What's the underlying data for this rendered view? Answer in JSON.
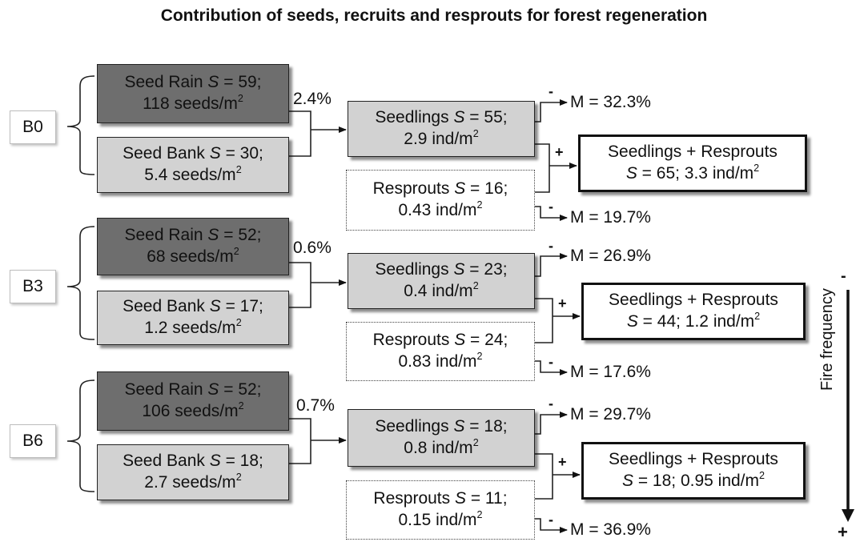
{
  "title": "Contribution of seeds, recruits and resprouts for forest regeneration",
  "plus_sign": "+",
  "minus_sign": "-",
  "super_2": "2",
  "fire_frequency": {
    "label": "Fire frequency",
    "top": "-",
    "bottom": "+"
  },
  "groups": [
    {
      "label": "B0",
      "seed_rain": {
        "prefix": "Seed Rain ",
        "s": "S",
        "rest": " = 59;",
        "density": "118 seeds/m"
      },
      "seed_bank": {
        "prefix": "Seed Bank ",
        "s": "S",
        "rest": " = 30;",
        "density": "5.4 seeds/m"
      },
      "percent": "2.4%",
      "seedlings": {
        "prefix": "Seedlings ",
        "s": "S",
        "rest": " = 55;",
        "density": "2.9 ind/m"
      },
      "resprouts": {
        "prefix": "Resprouts ",
        "s": "S",
        "rest": " = 16;",
        "density": "0.43 ind/m"
      },
      "combined": {
        "line1": "Seedlings + Resprouts",
        "s": "S",
        "rest": " = 65; 3.3 ind/m"
      },
      "m_top": "M = 32.3%",
      "m_bottom": "M = 19.7%"
    },
    {
      "label": "B3",
      "seed_rain": {
        "prefix": "Seed Rain ",
        "s": "S",
        "rest": " = 52;",
        "density": "68 seeds/m"
      },
      "seed_bank": {
        "prefix": "Seed Bank ",
        "s": "S",
        "rest": " = 17;",
        "density": "1.2 seeds/m"
      },
      "percent": "0.6%",
      "seedlings": {
        "prefix": "Seedlings ",
        "s": "S",
        "rest": " = 23;",
        "density": "0.4 ind/m"
      },
      "resprouts": {
        "prefix": "Resprouts ",
        "s": "S",
        "rest": " = 24;",
        "density": "0.83 ind/m"
      },
      "combined": {
        "line1": "Seedlings + Resprouts",
        "s": "S",
        "rest": " = 44; 1.2 ind/m"
      },
      "m_top": "M = 26.9%",
      "m_bottom": "M = 17.6%"
    },
    {
      "label": "B6",
      "seed_rain": {
        "prefix": "Seed Rain ",
        "s": "S",
        "rest": " = 52;",
        "density": "106 seeds/m"
      },
      "seed_bank": {
        "prefix": "Seed Bank ",
        "s": "S",
        "rest": " = 18;",
        "density": "2.7 seeds/m"
      },
      "percent": "0.7%",
      "seedlings": {
        "prefix": "Seedlings ",
        "s": "S",
        "rest": " = 18;",
        "density": "0.8 ind/m"
      },
      "resprouts": {
        "prefix": "Resprouts ",
        "s": "S",
        "rest": " = 11;",
        "density": "0.15 ind/m"
      },
      "combined": {
        "line1": "Seedlings + Resprouts",
        "s": "S",
        "rest": " = 18; 0.95 ind/m"
      },
      "m_top": "M = 29.7%",
      "m_bottom": "M = 36.9%"
    }
  ]
}
